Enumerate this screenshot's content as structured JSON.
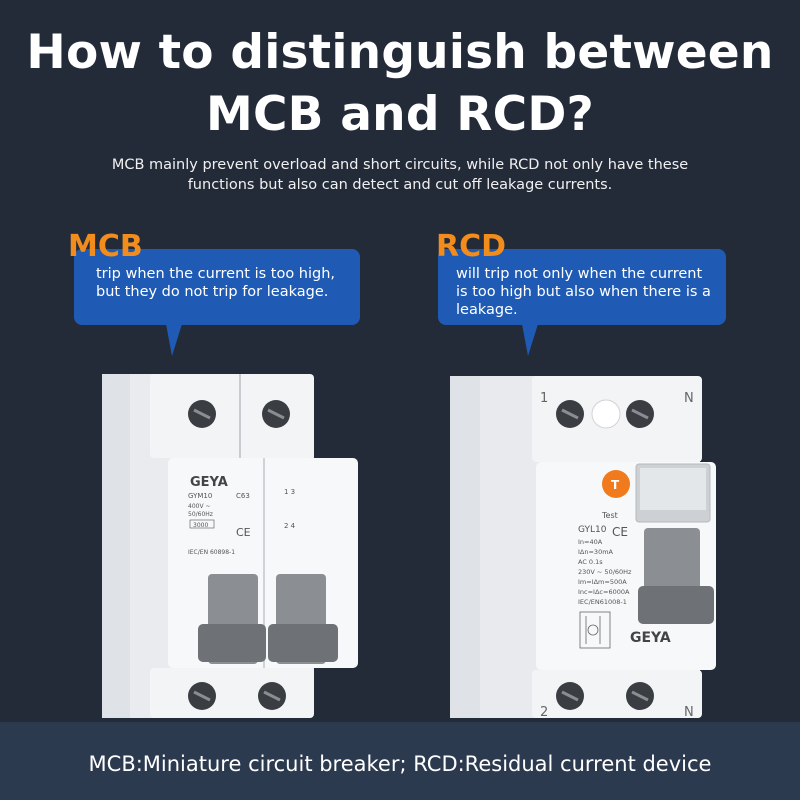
{
  "header": {
    "title_line1": "How to distinguish between",
    "title_line2": "MCB and RCD?",
    "subtitle_line1": "MCB mainly prevent overload and short circuits, while RCD not only have these",
    "subtitle_line2": "functions but also can detect and cut off leakage currents."
  },
  "mcb": {
    "label": "MCB",
    "callout_line1": "trip when the current is too high,",
    "callout_line2": "but they do not trip for leakage.",
    "brand": "GEYA",
    "model": "GYM10",
    "rating": "C63",
    "voltage": "400V ~",
    "freq": "50/60Hz",
    "capacity": "3000",
    "standard": "IEC/EN 60898-1",
    "terminal_top": "1 3",
    "terminal_bottom": "2 4"
  },
  "rcd": {
    "label": "RCD",
    "callout_line1": "will trip not only when the current",
    "callout_line2": "is too high but also when there is a",
    "callout_line3": "leakage.",
    "brand": "GEYA",
    "test_label": "Test",
    "test_button": "T",
    "model": "GYL10",
    "in": "In=40A",
    "idn": "IΔn=30mA",
    "type": "AC   0.1s",
    "voltage": "230V ~ 50/60Hz",
    "im": "Im=IΔm=500A",
    "inc": "Inc=IΔc=6000A",
    "standard": "IEC/EN61008-1",
    "top_left": "1",
    "top_right": "N",
    "bottom_left": "2",
    "bottom_right": "N"
  },
  "footer": {
    "text": "MCB:Miniature circuit breaker;  RCD:Residual current device"
  },
  "colors": {
    "background": "#232b39",
    "callout": "#1f5bb5",
    "label": "#f28c1c",
    "footer": "#2c3a50"
  }
}
